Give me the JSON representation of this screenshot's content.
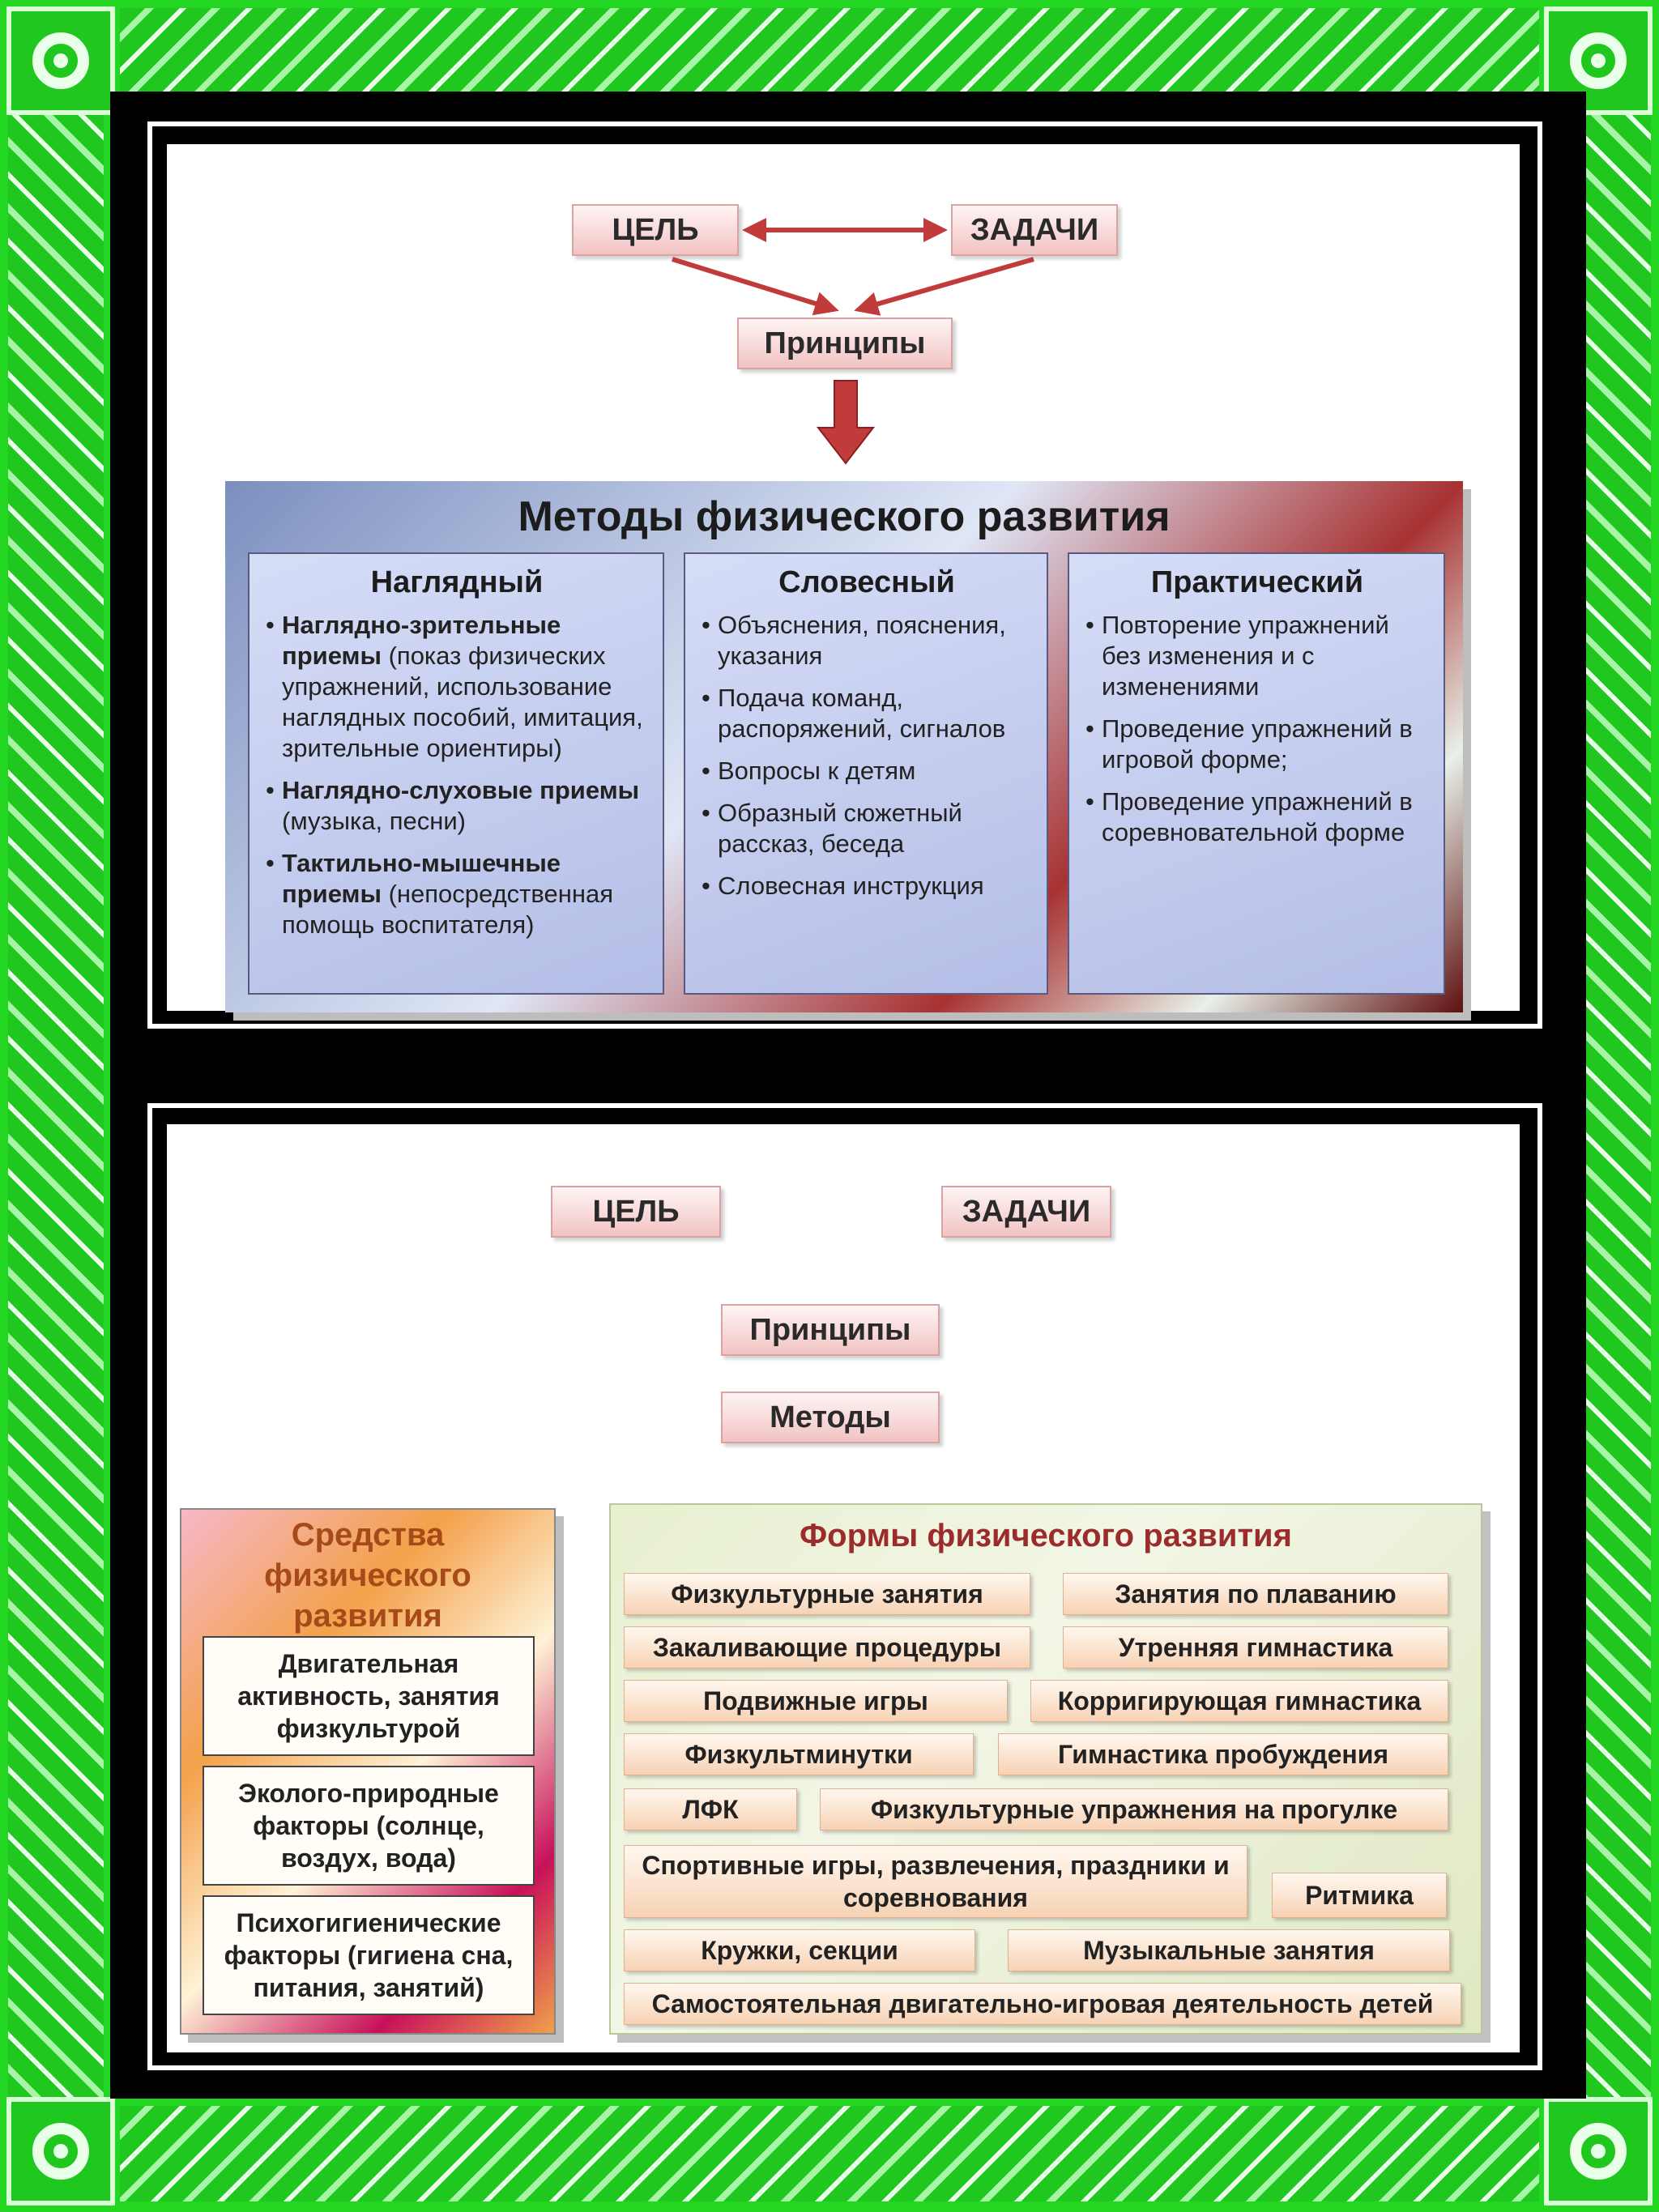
{
  "colors": {
    "frame_green": "#22d622",
    "arrow": "#c23b3b",
    "title_red": "#9c2c2c",
    "sred_title": "#a64a1a"
  },
  "top": {
    "goal": "ЦЕЛЬ",
    "tasks": "ЗАДАЧИ",
    "principles": "Принципы",
    "methods_title": "Методы физического развития",
    "columns": [
      {
        "title": "Наглядный",
        "items": [
          {
            "bold": "Наглядно-зрительные приемы",
            "text": " (показ физических упражнений, использование наглядных пособий, имитация, зрительные ориентиры)"
          },
          {
            "bold": "Наглядно-слуховые приемы",
            "text": " (музыка, песни)"
          },
          {
            "bold": "Тактильно-мышечные приемы",
            "text": " (непосредственная помощь воспитателя)"
          }
        ]
      },
      {
        "title": "Словесный",
        "items": [
          {
            "bold": "",
            "text": "Объяснения, пояснения, указания"
          },
          {
            "bold": "",
            "text": "Подача команд, распоряжений, сигналов"
          },
          {
            "bold": "",
            "text": "Вопросы к детям"
          },
          {
            "bold": "",
            "text": "Образный сюжетный рассказ, беседа"
          },
          {
            "bold": "",
            "text": "Словесная инструкция"
          }
        ]
      },
      {
        "title": "Практический",
        "items": [
          {
            "bold": "",
            "text": "Повторение упражнений без изменения и с изменениями"
          },
          {
            "bold": "",
            "text": "Проведение упражнений в игровой форме;"
          },
          {
            "bold": "",
            "text": "Проведение упражнений в соревновательной форме"
          }
        ]
      }
    ]
  },
  "bottom": {
    "goal": "ЦЕЛЬ",
    "tasks": "ЗАДАЧИ",
    "principles": "Принципы",
    "methods": "Методы",
    "sredstva": {
      "title": "Средства физического развития",
      "items": [
        "Двигательная активность, занятия физкультурой",
        "Эколого-природные факторы (солнце, воздух, вода)",
        "Психогигиенические факторы (гигиена сна, питания, занятий)"
      ]
    },
    "formy": {
      "title": "Формы физического развития",
      "items": [
        "Физкультурные занятия",
        "Занятия по плаванию",
        "Закаливающие  процедуры",
        "Утренняя гимнастика",
        "Подвижные игры",
        "Корригирующая гимнастика",
        "Физкультминутки",
        "Гимнастика пробуждения",
        "ЛФК",
        "Физкультурные упражнения на прогулке",
        "Спортивные игры, развлечения, праздники и  соревнования",
        "Ритмика",
        "Кружки, секции",
        "Музыкальные  занятия",
        "Самостоятельная двигательно-игровая деятельность детей"
      ]
    }
  }
}
